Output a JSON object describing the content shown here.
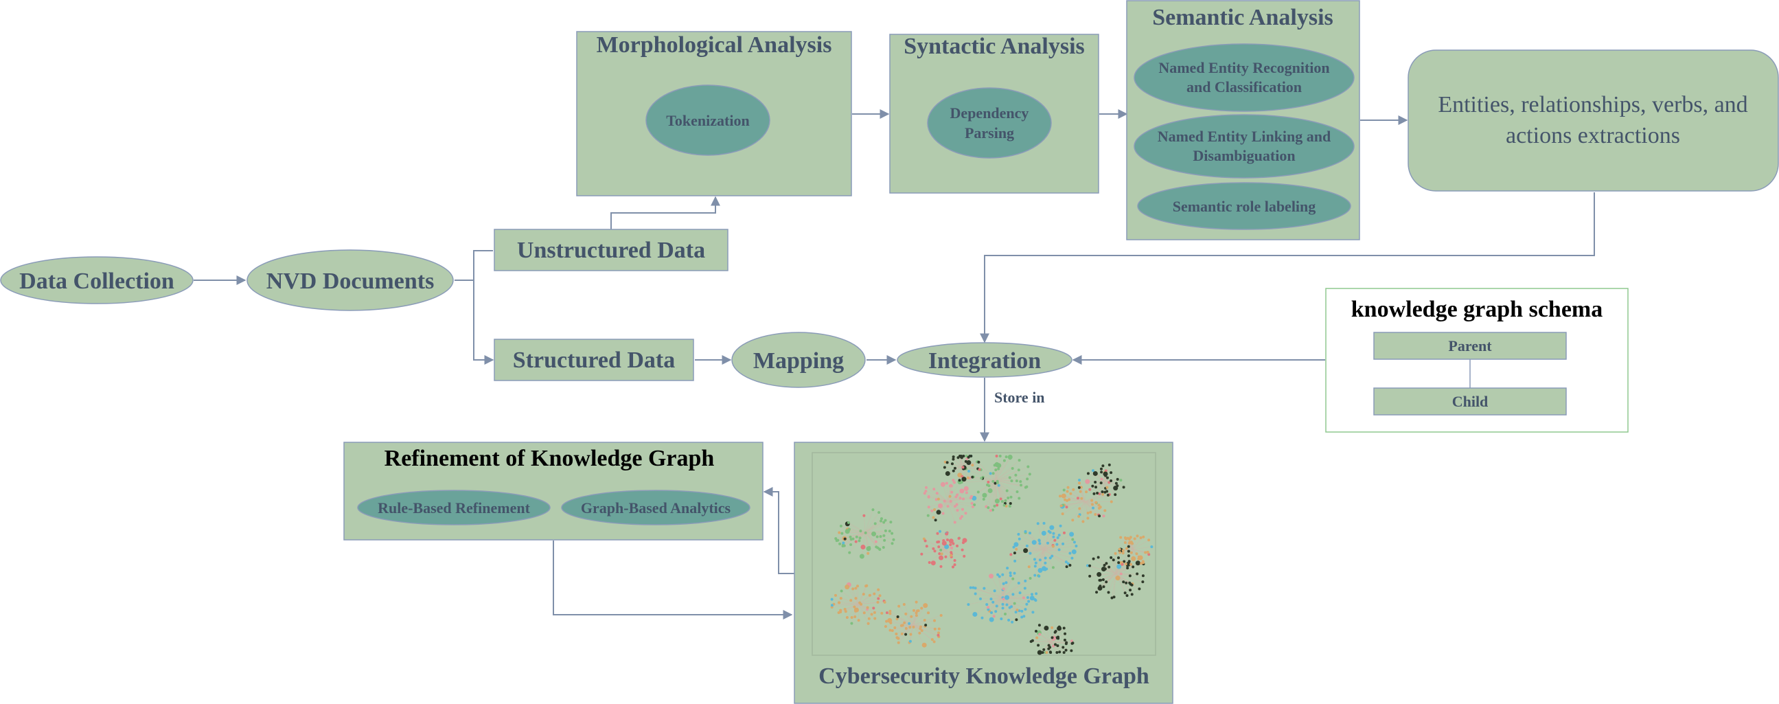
{
  "colors": {
    "box_fill": "#b3cbad",
    "box_stroke": "#8a9bb8",
    "ellipse_fill": "#6aa39a",
    "text": "#44546a",
    "text_dark": "#000000",
    "connector": "#7f8fa9",
    "schema_border": "#8fc98f",
    "graph_node_colors": [
      "#e0777b",
      "#5bb8d6",
      "#2f3a2a",
      "#d9a96b",
      "#7fbf7f",
      "#e39aa0"
    ]
  },
  "nodes": {
    "data_collection": "Data Collection",
    "nvd_documents": "NVD Documents",
    "unstructured_data": "Unstructured Data",
    "structured_data": "Structured Data",
    "mapping": "Mapping",
    "integration": "Integration",
    "store_in": "Store in",
    "entities_extraction": [
      "Entities, relationships, verbs, and",
      "actions extractions"
    ]
  },
  "morphological": {
    "title": "Morphological Analysis",
    "tokenization": "Tokenization"
  },
  "syntactic": {
    "title": "Syntactic Analysis",
    "dependency_parsing": [
      "Dependency",
      "Parsing"
    ]
  },
  "semantic": {
    "title": "Semantic Analysis",
    "ner": [
      "Named Entity Recognition",
      "and Classification"
    ],
    "nel": [
      "Named Entity Linking and",
      "Disambiguation"
    ],
    "srl": "Semantic role labeling"
  },
  "schema": {
    "title": "knowledge graph schema",
    "parent": "Parent",
    "child": "Child"
  },
  "refinement": {
    "title": "Refinement of Knowledge Graph",
    "rule_based": "Rule-Based Refinement",
    "graph_based": "Graph-Based Analytics"
  },
  "knowledge_graph": {
    "title": "Cybersecurity Knowledge Graph"
  }
}
